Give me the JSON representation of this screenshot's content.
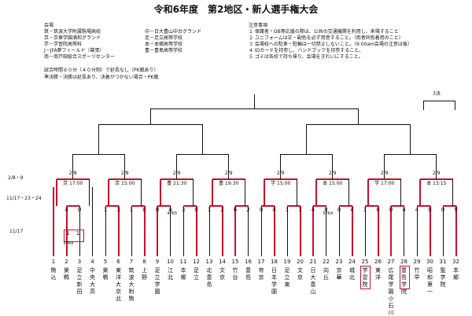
{
  "title": "令和6年度　第2地区・新人選手権大会",
  "venues": {
    "heading": "会場",
    "left": [
      "筑－筑波大学附属駒場高校",
      "京－京華学園浦和グランド",
      "学－学習院高等科",
      "J－JFA夢フィールド（幕張）",
      "南－南戸田総合スポーツセンター"
    ],
    "right": [
      "中－日大豊山中台グランド",
      "足－足立高等学校",
      "本－本郷高等学校",
      "豊－豊島高等学校"
    ]
  },
  "notes": {
    "heading": "注意事項",
    "items": [
      "１ 保護者・OB等応援の際は、公共の交通機関を利用し、来場すること",
      "２ ユニフォームは正・副色を必ず用意すること。（両者同色着用のこと）",
      "３ 会場校への駐車・駐輪は一切禁止しないこと。（9:00am会場の注意は後）",
      "４ IDカードを持参し、ハンドブックを持参すること。",
      "５ ゴミは各校で持ち帰り、会場をきれいにすること。"
    ]
  },
  "rules": [
    "試合時間８０分（４０分制）で延長なし（PK戦あり）",
    "準決勝・決勝は延長あり、決着がつかない場合・PK戦"
  ],
  "final_label": "3決",
  "date_labels": [
    "2/8・9",
    "11/17・23・24",
    "11/17"
  ],
  "r2_dates": [
    "2/8",
    "2/8",
    "2/9",
    "2/9",
    "2/9",
    "2/9",
    "2/9",
    "2/9"
  ],
  "r2_venues": [
    "京 17:00",
    "京 15:00",
    "豊 21:30",
    "豊 19:30",
    "学 15:00",
    "本 15:00",
    "学 17:00",
    "本 13:15"
  ],
  "r1_scores": [
    [
      "4",
      "0"
    ],
    [
      "1",
      "3"
    ],
    [
      "1",
      "0"
    ],
    [
      "0",
      "4"
    ],
    [
      "3",
      "0"
    ],
    [
      "1",
      "2"
    ],
    [
      "6",
      "2"
    ],
    [
      "0",
      "4"
    ],
    [
      "1",
      "1"
    ],
    [
      "4",
      "0"
    ],
    [
      "0",
      "4"
    ],
    [
      "1",
      "0"
    ],
    [
      "0",
      "4"
    ],
    [
      "4",
      "0"
    ],
    [
      "0",
      "9"
    ]
  ],
  "pre_scores": [
    "1",
    "1"
  ],
  "pk_labels": [
    "5PK4",
    "4PK5",
    "5PK4"
  ],
  "teams": [
    {
      "no": "1",
      "name": "駒込"
    },
    {
      "no": "2",
      "name": "巣鴨"
    },
    {
      "no": "3",
      "name": "足立新田"
    },
    {
      "no": "4",
      "name": "中央大高"
    },
    {
      "no": "5",
      "name": "巣鴨"
    },
    {
      "no": "6",
      "name": "東洋大京北"
    },
    {
      "no": "7",
      "name": "筑波大附駒"
    },
    {
      "no": "8",
      "name": "上野"
    },
    {
      "no": "9",
      "name": "足立学園"
    },
    {
      "no": "10",
      "name": "江北"
    },
    {
      "no": "11",
      "name": "本郷"
    },
    {
      "no": "12",
      "name": "足立"
    },
    {
      "no": "13",
      "name": "北豊島"
    },
    {
      "no": "14",
      "name": "文京"
    },
    {
      "no": "15",
      "name": "竹台"
    },
    {
      "no": "16",
      "name": "豊島"
    },
    {
      "no": "17",
      "name": "帝京"
    },
    {
      "no": "18",
      "name": "日本学園"
    },
    {
      "no": "19",
      "name": "足立東"
    },
    {
      "no": "20",
      "name": "文京"
    },
    {
      "no": "21",
      "name": "日大豊山"
    },
    {
      "no": "22",
      "name": "向丘"
    },
    {
      "no": "23",
      "name": "京華"
    },
    {
      "no": "24",
      "name": "城北"
    },
    {
      "no": "25",
      "name": "学習院"
    },
    {
      "no": "26",
      "name": "東洋"
    },
    {
      "no": "27",
      "name": "広尾学園小石川"
    },
    {
      "no": "28",
      "name": "豊島学院"
    },
    {
      "no": "29",
      "name": "竹早"
    },
    {
      "no": "30",
      "name": "昭和第一"
    },
    {
      "no": "31",
      "name": "聖学院"
    },
    {
      "no": "32",
      "name": "本郷"
    }
  ]
}
